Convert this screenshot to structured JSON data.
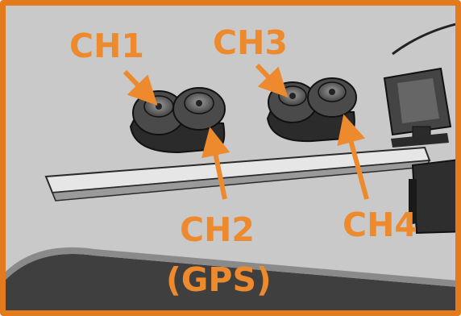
{
  "labels": {
    "ch1": "CH1",
    "ch2": "CH2",
    "ch2_sub": "(GPS)",
    "ch3": "CH3",
    "ch4": "CH4"
  },
  "colors": {
    "accent": "#ee8a2e",
    "frame": "#e37b1c",
    "surface": "#c9c9c9"
  }
}
